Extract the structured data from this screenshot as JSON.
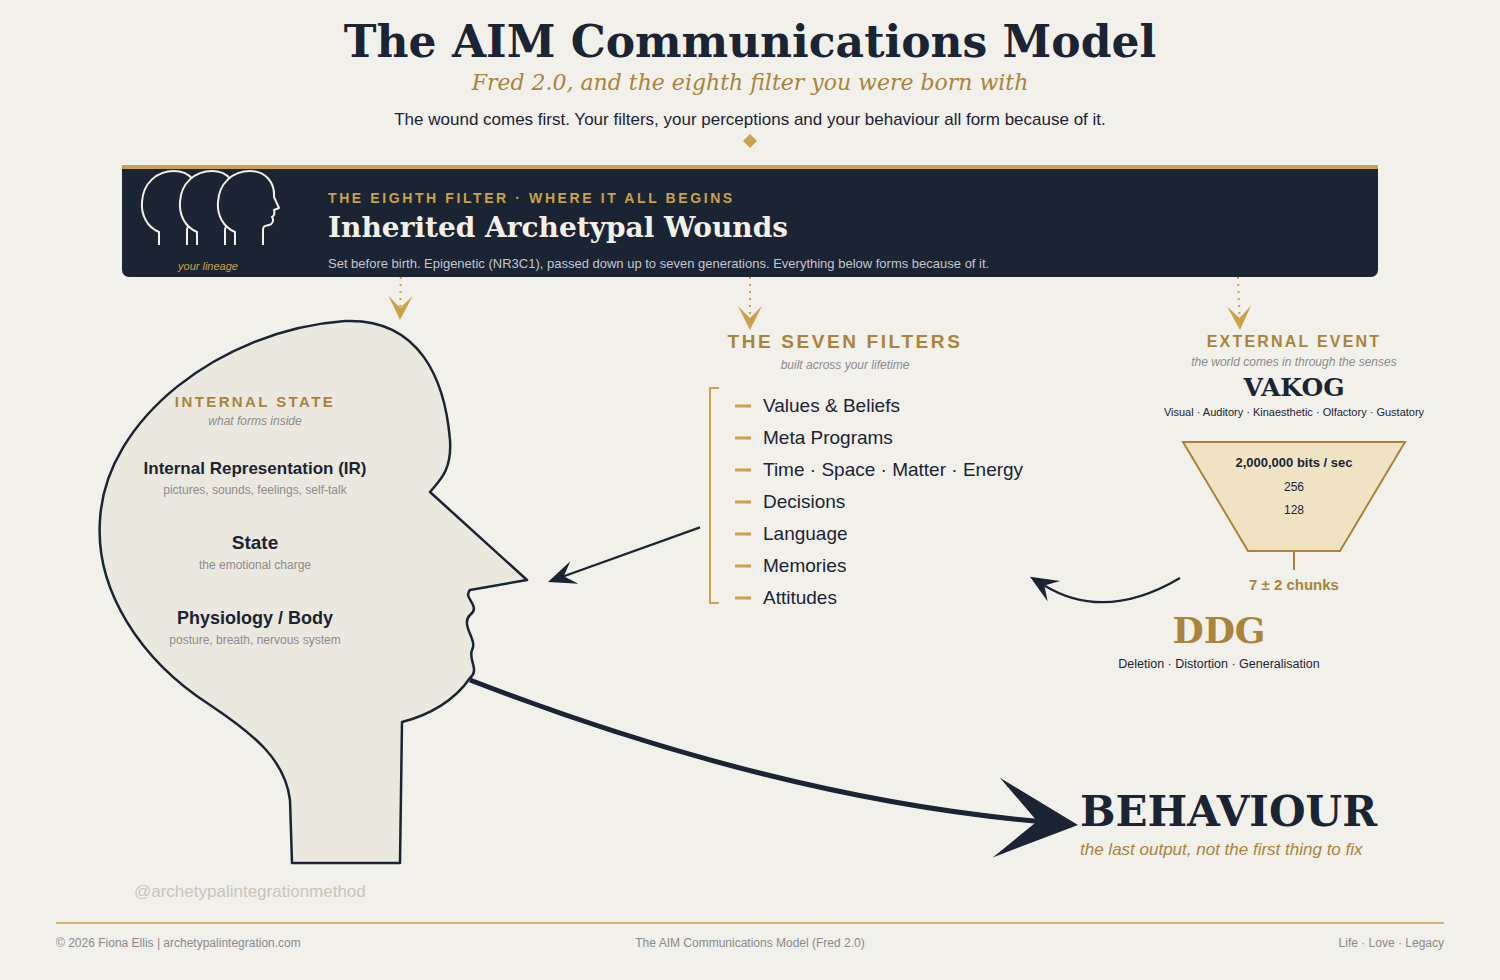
{
  "diagram": {
    "title": "The AIM Communications Model",
    "caption": "Fred 2.0, and the eighth filter you were born with",
    "nodes": [
      {
        "text": [
          "THE EIGHTH FILTER · WHERE IT ALL BEGINS",
          "Inherited Archetypal Wounds",
          "Set before birth. Epigenetic (NR3C1), passed down up to seven generations. Everything below forms because of it.",
          "your lineage"
        ]
      },
      {
        "text": [
          "INTERNAL STATE",
          "what forms inside",
          "Internal Representation (IR)",
          "pictures, sounds, feelings, self-talk",
          "State",
          "the emotional charge",
          "Physiology / Body",
          "posture, breath, nervous system"
        ]
      },
      {
        "text": [
          "THE SEVEN FILTERS",
          "built across your lifetime",
          "Values & Beliefs",
          "Meta Programs",
          "Time · Space · Matter · Energy",
          "Decisions",
          "Language",
          "Memories",
          "Attitudes"
        ]
      },
      {
        "text": [
          "EXTERNAL EVENT",
          "the world comes in through the senses",
          "VAKOG",
          "Visual · Auditory · Kinaesthetic · Olfactory · Gustatory",
          "DDG",
          "Deletion · Distortion · Generalisation"
        ]
      },
      {
        "text": [
          "2,000,000 bits / sec",
          "256",
          "128",
          "7 ± 2 chunks"
        ],
        "in": 3
      },
      {
        "text": [
          "BEHAVIOUR",
          "the last output, not the first thing to fix"
        ]
      }
    ],
    "edges": [
      {
        "from": 0,
        "to": 1,
        "arrow": "to"
      },
      {
        "from": 0,
        "to": 2,
        "arrow": "to"
      },
      {
        "from": 0,
        "to": 3,
        "arrow": "to"
      },
      {
        "from": 2,
        "to": 1,
        "arrow": "to"
      },
      {
        "from": 4,
        "to": 2,
        "arrow": "to"
      },
      {
        "from": 1,
        "to": 5,
        "arrow": "to"
      }
    ],
    "labels": [
      "The wound comes first. Your filters, your perceptions and your behaviour all form because of it.",
      "@archetypalintegrationmethod",
      "© 2026 Fiona Ellis | archetypalintegration.com",
      "The AIM Communications Model (Fred 2.0)",
      "Life · Love · Legacy"
    ]
  }
}
